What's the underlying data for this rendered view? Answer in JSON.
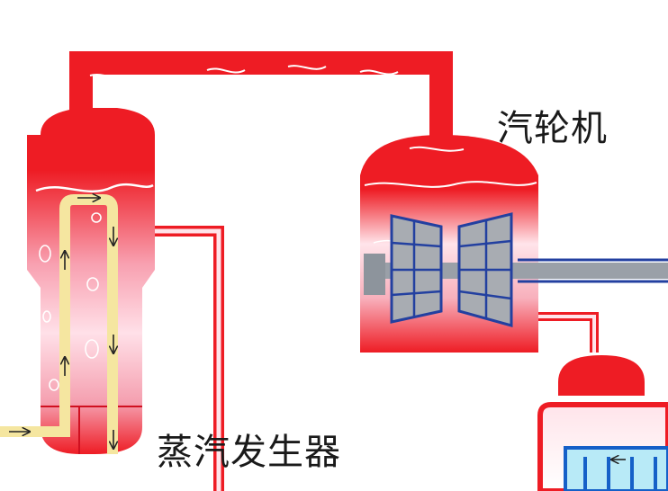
{
  "labels": {
    "turbine": "汽轮机",
    "steam_generator": "蒸汽发生器"
  },
  "colors": {
    "steam_red": "#ee1c24",
    "pink_gradient": "#ffe4ea",
    "primary_loop_yellow": "#f5e6a0",
    "turbine_blade_blue": "#2340a0",
    "turbine_blade_gray": "#9aa0a8",
    "condenser_blue": "#1560c8",
    "condenser_water": "#b8eaf7"
  },
  "icons": {
    "flow_arrow": "arrow",
    "turbine_blades": "turbine-rotor"
  }
}
